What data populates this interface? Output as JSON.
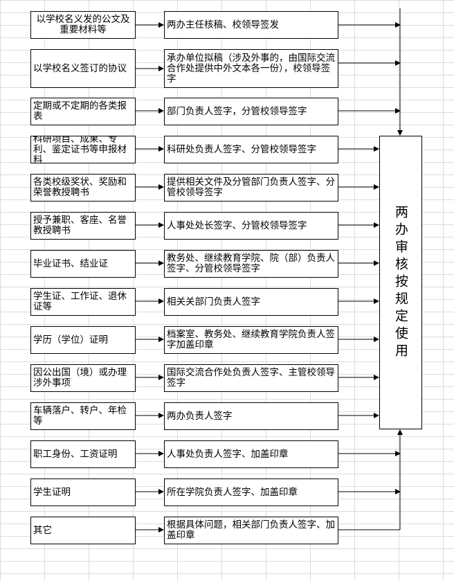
{
  "target_label": "两办审核按规定使用",
  "rows": [
    {
      "source": "以学校名义发的公文及重要材料等",
      "action": "两办主任核稿、校领导签发"
    },
    {
      "source": "以学校名义签订的协议",
      "action": "承办单位拟稿（涉及外事的，由国际交流合作处提供中外文本各一份），校领导签字"
    },
    {
      "source": "定期或不定期的各类报表",
      "action": "部门负责人签字，分管校领导签字"
    },
    {
      "source": "科研项目、成果、专利、鉴定证书等申报材料",
      "action": "科研处负责人签字、分管校领导签字"
    },
    {
      "source": "各类校级奖状、奖励和荣誉教授聘书",
      "action": "提供相关文件及分管部门负责人签字、分管校领导签字"
    },
    {
      "source": "授予兼职、客座、名誉教授聘书",
      "action": "人事处处长签字、分管校领导签字"
    },
    {
      "source": "毕业证书、结业证",
      "action": "教务处、继续教育学院、院（部）负责人签字、分管校领导签字"
    },
    {
      "source": "学生证、工作证、退休证等",
      "action": "相关关部门负责人签字"
    },
    {
      "source": "学历（学位）证明",
      "action": "档案室、教务处、继续教育学院负责人签字加盖印章"
    },
    {
      "source": "因公出国（境）或办理涉外事项",
      "action": "国际交流合作处负责人签字、主管校领导签字"
    },
    {
      "source": "车辆落户、转户、年检等",
      "action": "两办负责人签字"
    },
    {
      "source": "职工身份、工资证明",
      "action": "人事处负责人签字、加盖印章"
    },
    {
      "source": "学生证明",
      "action": "所在学院负责人签字、加盖印章"
    },
    {
      "source": "其它",
      "action": "根据具体问题，相关部门负责人签字、加盖印章"
    }
  ]
}
